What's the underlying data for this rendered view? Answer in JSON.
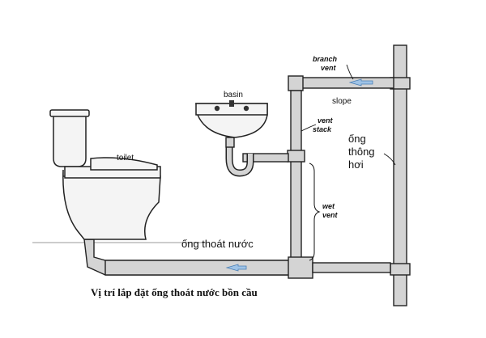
{
  "labels": {
    "basin": "basin",
    "toilet": "toilet",
    "branch_vent_1": "branch",
    "branch_vent_2": "vent",
    "slope": "slope",
    "vent_stack_1": "vent",
    "vent_stack_2": "stack",
    "wet_vent_1": "wet",
    "wet_vent_2": "vent",
    "ong_thong_hoi_1": "ống",
    "ong_thong_hoi_2": "thông",
    "ong_thong_hoi_3": "hơi",
    "ong_thoat_nuoc": "ống thoát nước",
    "caption": "Vị trí lắp đặt ống thoát nước bồn cầu"
  }
}
